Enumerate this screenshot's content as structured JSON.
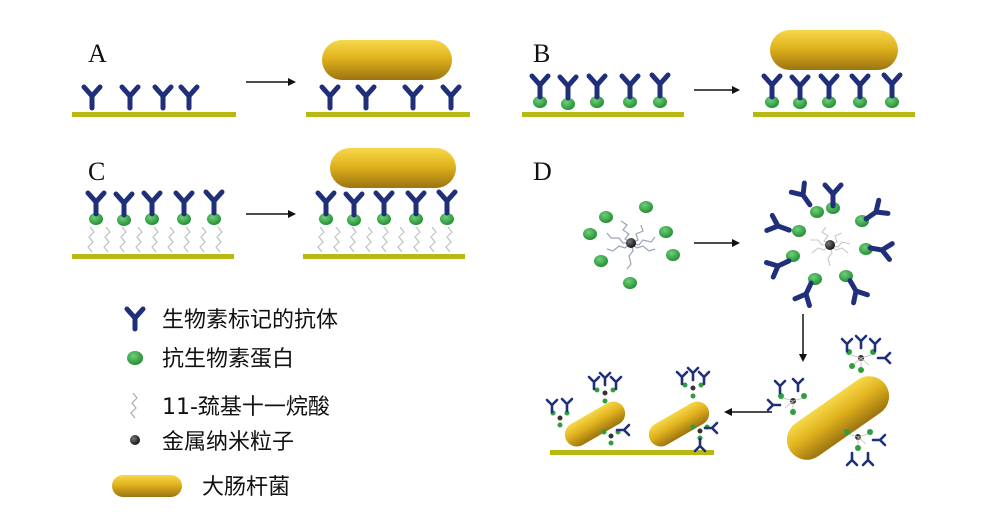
{
  "panels": {
    "a": {
      "label": "A"
    },
    "b": {
      "label": "B"
    },
    "c": {
      "label": "C"
    },
    "d": {
      "label": "D"
    }
  },
  "legend": {
    "antibody": "生物素标记的抗体",
    "avidin": "抗生物素蛋白",
    "sam": "11-巯基十一烷酸",
    "nanoparticle": "金属纳米粒子",
    "ecoli": "大肠杆菌"
  },
  "colors": {
    "antibody": "#1f2f7a",
    "avidin": "#2e9e3e",
    "substrate": "#b8b813",
    "bacteria_top": "#f3cf3a",
    "bacteria_bottom": "#a57b0e",
    "nanoparticle": "#2b2b2b"
  }
}
